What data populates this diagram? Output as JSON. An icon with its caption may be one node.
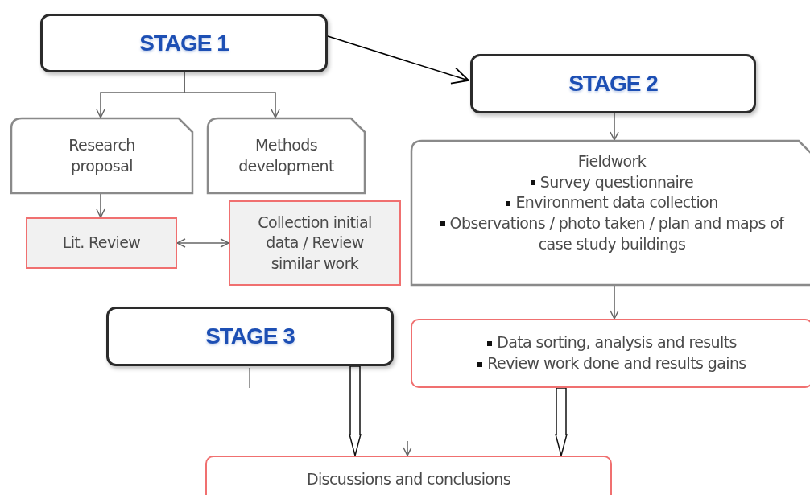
{
  "diagram": {
    "nodes": [
      {
        "text": [
          "STAGE 1"
        ]
      },
      {
        "text": [
          "Research proposal"
        ]
      },
      {
        "text": [
          "Methods development"
        ]
      },
      {
        "text": [
          "Lit. Review"
        ]
      },
      {
        "text": [
          "Collection initial data / Review similar work"
        ]
      },
      {
        "text": [
          "STAGE 2"
        ]
      },
      {
        "text": [
          "Fieldwork",
          "Survey questionnaire",
          "Environment data collection",
          "Observations / photo taken / plan and maps of case study buildings"
        ]
      },
      {
        "text": [
          "STAGE 3"
        ]
      },
      {
        "text": [
          "Data sorting, analysis and results",
          "Review work done and results gains"
        ]
      },
      {
        "text": [
          "Discussions and conclusions"
        ]
      }
    ],
    "edges": [
      {
        "from": 0,
        "to": 1,
        "arrow": "to"
      },
      {
        "from": 0,
        "to": 2,
        "arrow": "to"
      },
      {
        "from": 1,
        "to": 3,
        "arrow": "to"
      },
      {
        "from": 3,
        "to": 4,
        "arrow": "both"
      },
      {
        "from": 0,
        "to": 5,
        "arrow": "to",
        "color": "#000000"
      },
      {
        "from": 5,
        "to": 6,
        "arrow": "to"
      },
      {
        "from": 6,
        "to": 8,
        "arrow": "to"
      },
      {
        "from": 7,
        "to": 9,
        "arrow": "to",
        "style": "thick"
      },
      {
        "from": 8,
        "to": 9,
        "arrow": "to",
        "style": "thick"
      },
      {
        "from": null,
        "to": 9,
        "arrow": "to"
      }
    ]
  }
}
